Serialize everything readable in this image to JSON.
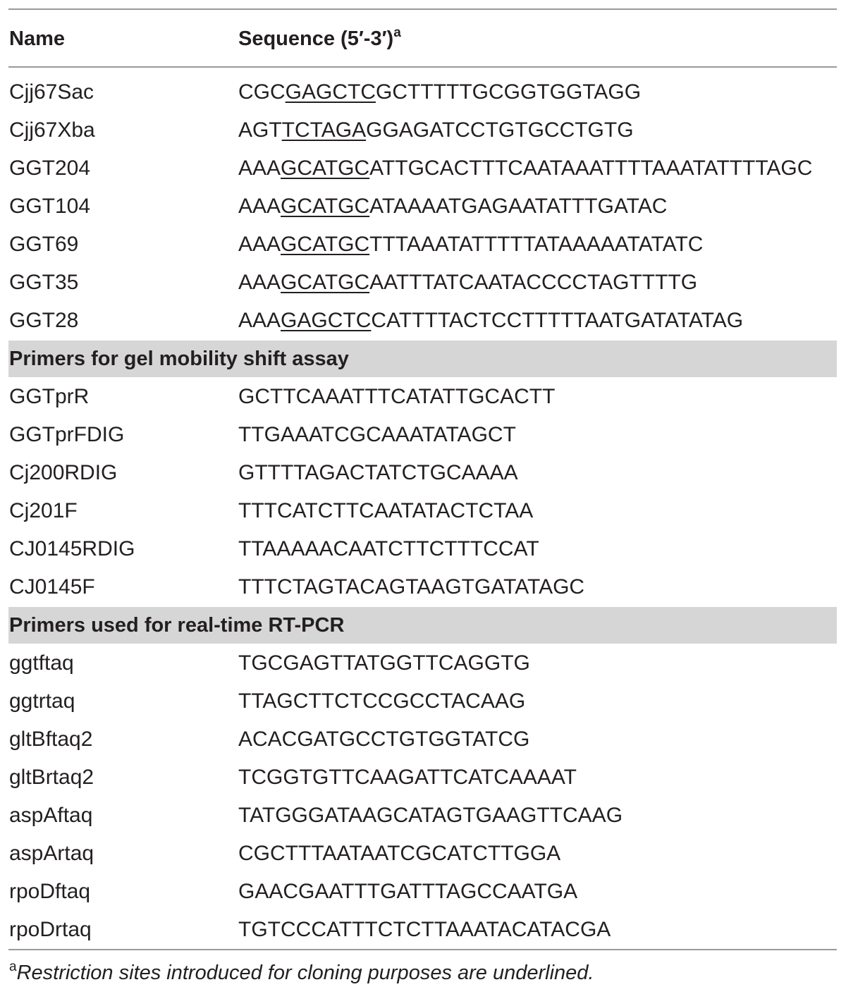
{
  "header": {
    "col_name": "Name",
    "col_sequence": "Sequence (5′-3′)",
    "col_sequence_sup": "a"
  },
  "groups": [
    {
      "title": "",
      "rows": [
        {
          "name": "Cjj67Sac",
          "pre": "CGC",
          "site": "GAGCTC",
          "post": "GCTTTTTGCGGTGGTAGG"
        },
        {
          "name": "Cjj67Xba",
          "pre": "AGT",
          "site": "TCTAGA",
          "post": "GGAGATCCTGTGCCTGTG"
        },
        {
          "name": "GGT204",
          "pre": "AAA",
          "site": "GCATGC",
          "post": "ATTGCACTTTCAATAAATTTTAAATATTTTAGC"
        },
        {
          "name": "GGT104",
          "pre": "AAA",
          "site": "GCATGC",
          "post": "ATAAAATGAGAATATTTGATAC"
        },
        {
          "name": "GGT69",
          "pre": "AAA",
          "site": "GCATGC",
          "post": "TTTAAATATTTTTATAAAAATATATC"
        },
        {
          "name": "GGT35",
          "pre": "AAA",
          "site": "GCATGC",
          "post": "AATTTATCAATACCCCTAGTTTTG"
        },
        {
          "name": "GGT28",
          "pre": "AAA",
          "site": "GAGCTC",
          "post": "CATTTTACTCCTTTTTAATGATATATAG"
        }
      ]
    },
    {
      "title": "Primers for gel mobility shift assay",
      "rows": [
        {
          "name": "GGTprR",
          "pre": "GCTTCAAATTTCATATTGCACTT",
          "site": "",
          "post": ""
        },
        {
          "name": "GGTprFDIG",
          "pre": "TTGAAATCGCAAATATAGCT",
          "site": "",
          "post": ""
        },
        {
          "name": "Cj200RDIG",
          "pre": "GTTTTAGACTATCTGCAAAA",
          "site": "",
          "post": ""
        },
        {
          "name": "Cj201F",
          "pre": "TTTCATCTTCAATATACTCTAA",
          "site": "",
          "post": ""
        },
        {
          "name": "CJ0145RDIG",
          "pre": "TTAAAAACAATCTTCTTTCCAT",
          "site": "",
          "post": ""
        },
        {
          "name": "CJ0145F",
          "pre": "TTTCTAGTACAGTAAGTGATATAGC",
          "site": "",
          "post": ""
        }
      ]
    },
    {
      "title": "Primers used for real-time RT-PCR",
      "rows": [
        {
          "name": "ggtftaq",
          "pre": "TGCGAGTTATGGTTCAGGTG",
          "site": "",
          "post": ""
        },
        {
          "name": "ggtrtaq",
          "pre": "TTAGCTTCTCCGCCTACAAG",
          "site": "",
          "post": ""
        },
        {
          "name": "gltBftaq2",
          "pre": "ACACGATGCCTGTGGTATCG",
          "site": "",
          "post": ""
        },
        {
          "name": "gltBrtaq2",
          "pre": "TCGGTGTTCAAGATTCATCAAAAT",
          "site": "",
          "post": ""
        },
        {
          "name": "aspAftaq",
          "pre": "TATGGGATAAGCATAGTGAAGTTCAAG",
          "site": "",
          "post": ""
        },
        {
          "name": "aspArtaq",
          "pre": "CGCTTTAATAATCGCATCTTGGA",
          "site": "",
          "post": ""
        },
        {
          "name": "rpoDftaq",
          "pre": "GAACGAATTTGATTTAGCCAATGA",
          "site": "",
          "post": ""
        },
        {
          "name": "rpoDrtaq",
          "pre": "TGTCCCATTTCTCTTAAATACATACGA",
          "site": "",
          "post": ""
        }
      ]
    }
  ],
  "footnote": {
    "marker": "a",
    "text": "Restriction sites introduced for cloning purposes are underlined."
  }
}
